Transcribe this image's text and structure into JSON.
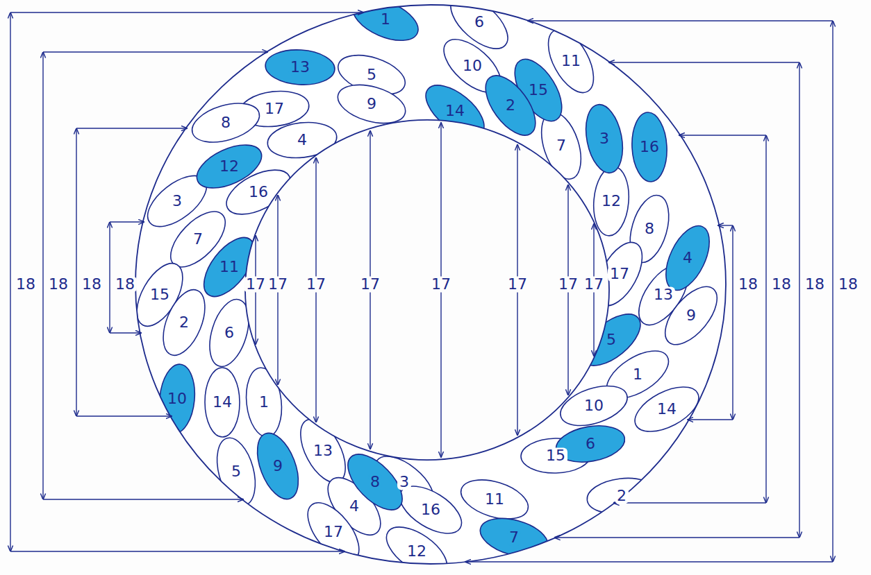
{
  "diagram": {
    "labels": [
      "1",
      "6",
      "11",
      "13",
      "10",
      "5",
      "15",
      "9",
      "17",
      "2",
      "14",
      "8",
      "4",
      "3",
      "7",
      "16",
      "12",
      "16",
      "3",
      "12",
      "8",
      "7",
      "4",
      "11",
      "17",
      "15",
      "13",
      "9",
      "2",
      "6",
      "5",
      "1",
      "10",
      "14",
      "1",
      "10",
      "14",
      "6",
      "13",
      "15",
      "9",
      "5",
      "8",
      "3",
      "2",
      "11",
      "4",
      "16",
      "17",
      "7",
      "12",
      "18",
      "18",
      "18",
      "18",
      "17",
      "17",
      "17",
      "17",
      "17",
      "17",
      "17",
      "17",
      "18",
      "18",
      "18",
      "18"
    ]
  }
}
